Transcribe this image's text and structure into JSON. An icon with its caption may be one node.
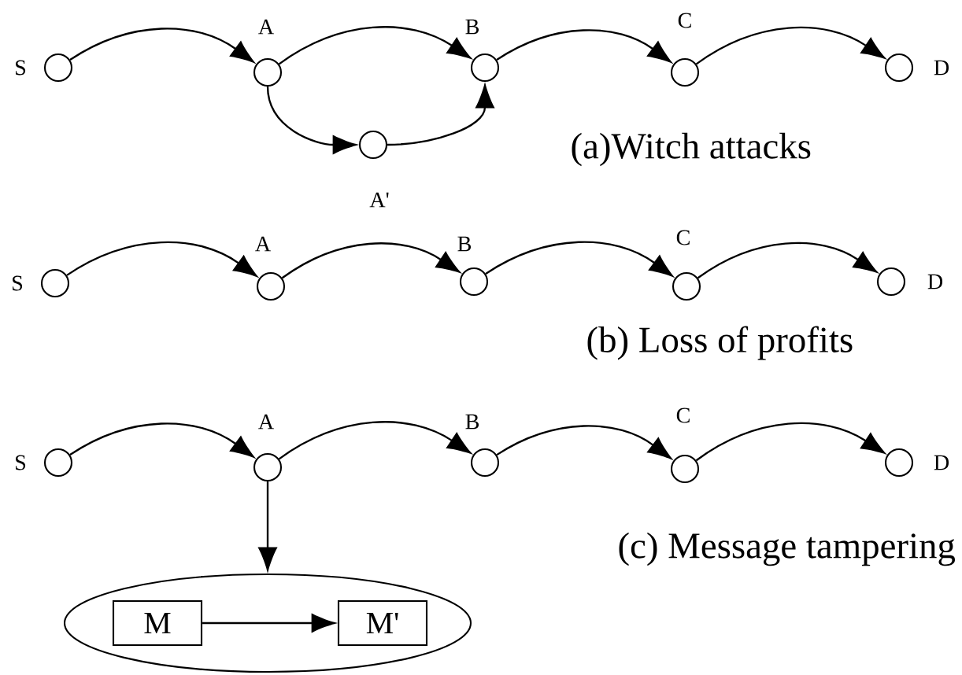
{
  "diagram": {
    "nodes": [
      {
        "text": [],
        "shape": "circle",
        "beside": [
          "S"
        ]
      },
      {
        "text": [],
        "shape": "circle",
        "beside": [
          "A"
        ]
      },
      {
        "text": [],
        "shape": "circle",
        "beside": [
          "B"
        ]
      },
      {
        "text": [],
        "shape": "circle",
        "beside": [
          "C"
        ]
      },
      {
        "text": [],
        "shape": "circle",
        "beside": [
          "D"
        ]
      },
      {
        "text": [],
        "shape": "circle",
        "beside": [
          "A'"
        ]
      },
      {
        "text": [],
        "shape": "circle",
        "beside": [
          "S"
        ]
      },
      {
        "text": [],
        "shape": "circle",
        "beside": [
          "A"
        ]
      },
      {
        "text": [],
        "shape": "circle",
        "beside": [
          "B"
        ]
      },
      {
        "text": [],
        "shape": "circle",
        "beside": [
          "C"
        ]
      },
      {
        "text": [],
        "shape": "circle",
        "beside": [
          "D"
        ]
      },
      {
        "text": [],
        "shape": "circle",
        "beside": [
          "S"
        ]
      },
      {
        "text": [],
        "shape": "circle",
        "beside": [
          "A"
        ]
      },
      {
        "text": [],
        "shape": "circle",
        "beside": [
          "B"
        ]
      },
      {
        "text": [],
        "shape": "circle",
        "beside": [
          "C"
        ]
      },
      {
        "text": [],
        "shape": "circle",
        "beside": [
          "D"
        ]
      },
      {
        "text": [],
        "shape": "ellipse"
      },
      {
        "text": [
          "M"
        ],
        "in": 16
      },
      {
        "text": [
          "M'"
        ],
        "in": 16
      }
    ],
    "edges": [
      {
        "from": 0,
        "to": 1,
        "arrow": "to"
      },
      {
        "from": 1,
        "to": 2,
        "arrow": "to"
      },
      {
        "from": 2,
        "to": 3,
        "arrow": "to"
      },
      {
        "from": 3,
        "to": 4,
        "arrow": "to"
      },
      {
        "from": 1,
        "to": 5,
        "arrow": "to"
      },
      {
        "from": 5,
        "to": 2,
        "arrow": "to"
      },
      {
        "from": 6,
        "to": 7,
        "arrow": "to"
      },
      {
        "from": 7,
        "to": 8,
        "arrow": "to"
      },
      {
        "from": 8,
        "to": 9,
        "arrow": "to"
      },
      {
        "from": 9,
        "to": 10,
        "arrow": "to"
      },
      {
        "from": 11,
        "to": 12,
        "arrow": "to"
      },
      {
        "from": 12,
        "to": 13,
        "arrow": "to"
      },
      {
        "from": 13,
        "to": 14,
        "arrow": "to"
      },
      {
        "from": 14,
        "to": 15,
        "arrow": "to"
      },
      {
        "from": 12,
        "to": 16,
        "arrow": "to"
      },
      {
        "from": 17,
        "to": 18,
        "arrow": "to"
      }
    ],
    "labels": [
      "(a)Witch attacks",
      "(b) Loss of profits",
      "(c) Message tampering"
    ]
  }
}
